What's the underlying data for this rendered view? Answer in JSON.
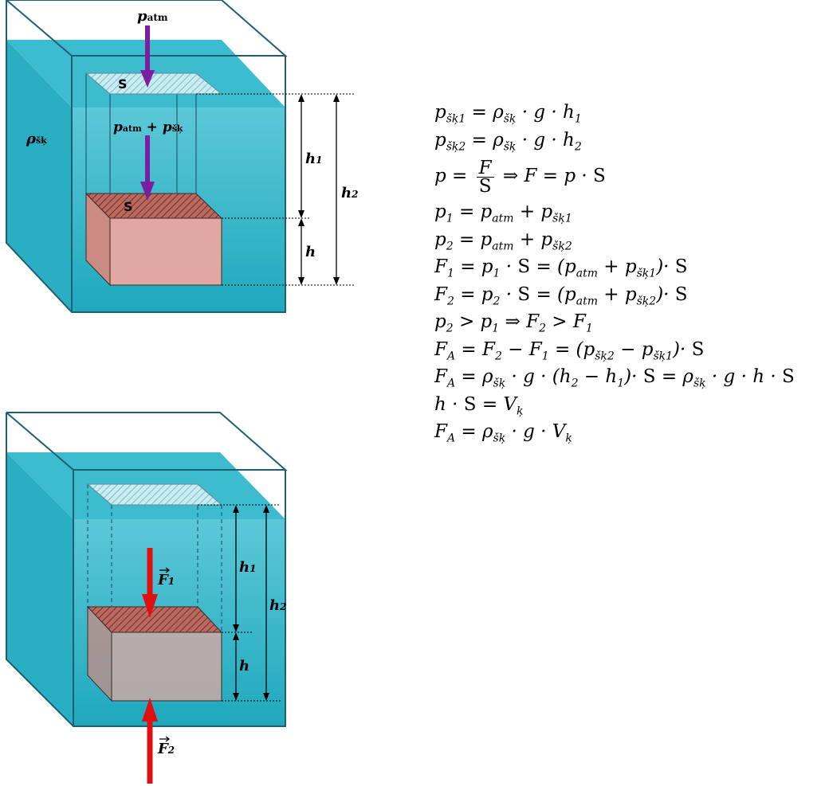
{
  "diagram_top": {
    "label_patm": "patm",
    "label_S_top": "S",
    "label_patm_plus": "patm + pšķ",
    "label_rho": "ρšķ",
    "label_S_box": "S",
    "label_h1": "h1",
    "label_h2": "h2",
    "label_h": "h"
  },
  "diagram_bottom": {
    "label_F1": "F1",
    "label_F2": "F2",
    "label_h1": "h1",
    "label_h2": "h2",
    "label_h": "h"
  },
  "colors": {
    "water": "#2fb6c8",
    "water_dark": "#1e9fb3",
    "box_face": "#e0a8a0",
    "box_top": "#b86a60",
    "box_side": "#c98b82",
    "arrow_purple": "#7a1fa0",
    "arrow_red": "#e01010",
    "edge": "#1f5f73"
  },
  "formulas": [
    "p_šķ1 = ρ_šķ · g · h_1",
    "p_šķ2 = ρ_šķ · g · h_2",
    "p = F/S ⇒ F = p · S",
    "p_1 = p_atm + p_šķ1",
    "p_2 = p_atm + p_šķ2",
    "F_1 = p_1 · S = (p_atm + p_šķ1)· S",
    "F_2 = p_2 · S = (p_atm + p_šķ2)· S",
    "p_2 > p_1 ⇒ F_2 > F_1",
    "F_A = F_2 − F_1 = (p_šķ2 − p_šķ1)· S",
    "F_A = ρ_šķ · g · (h_2 − h_1)· S = ρ_šķ · g · h · S",
    "h · S = V_ķ",
    "F_A = ρ_šķ · g · V_ķ"
  ]
}
